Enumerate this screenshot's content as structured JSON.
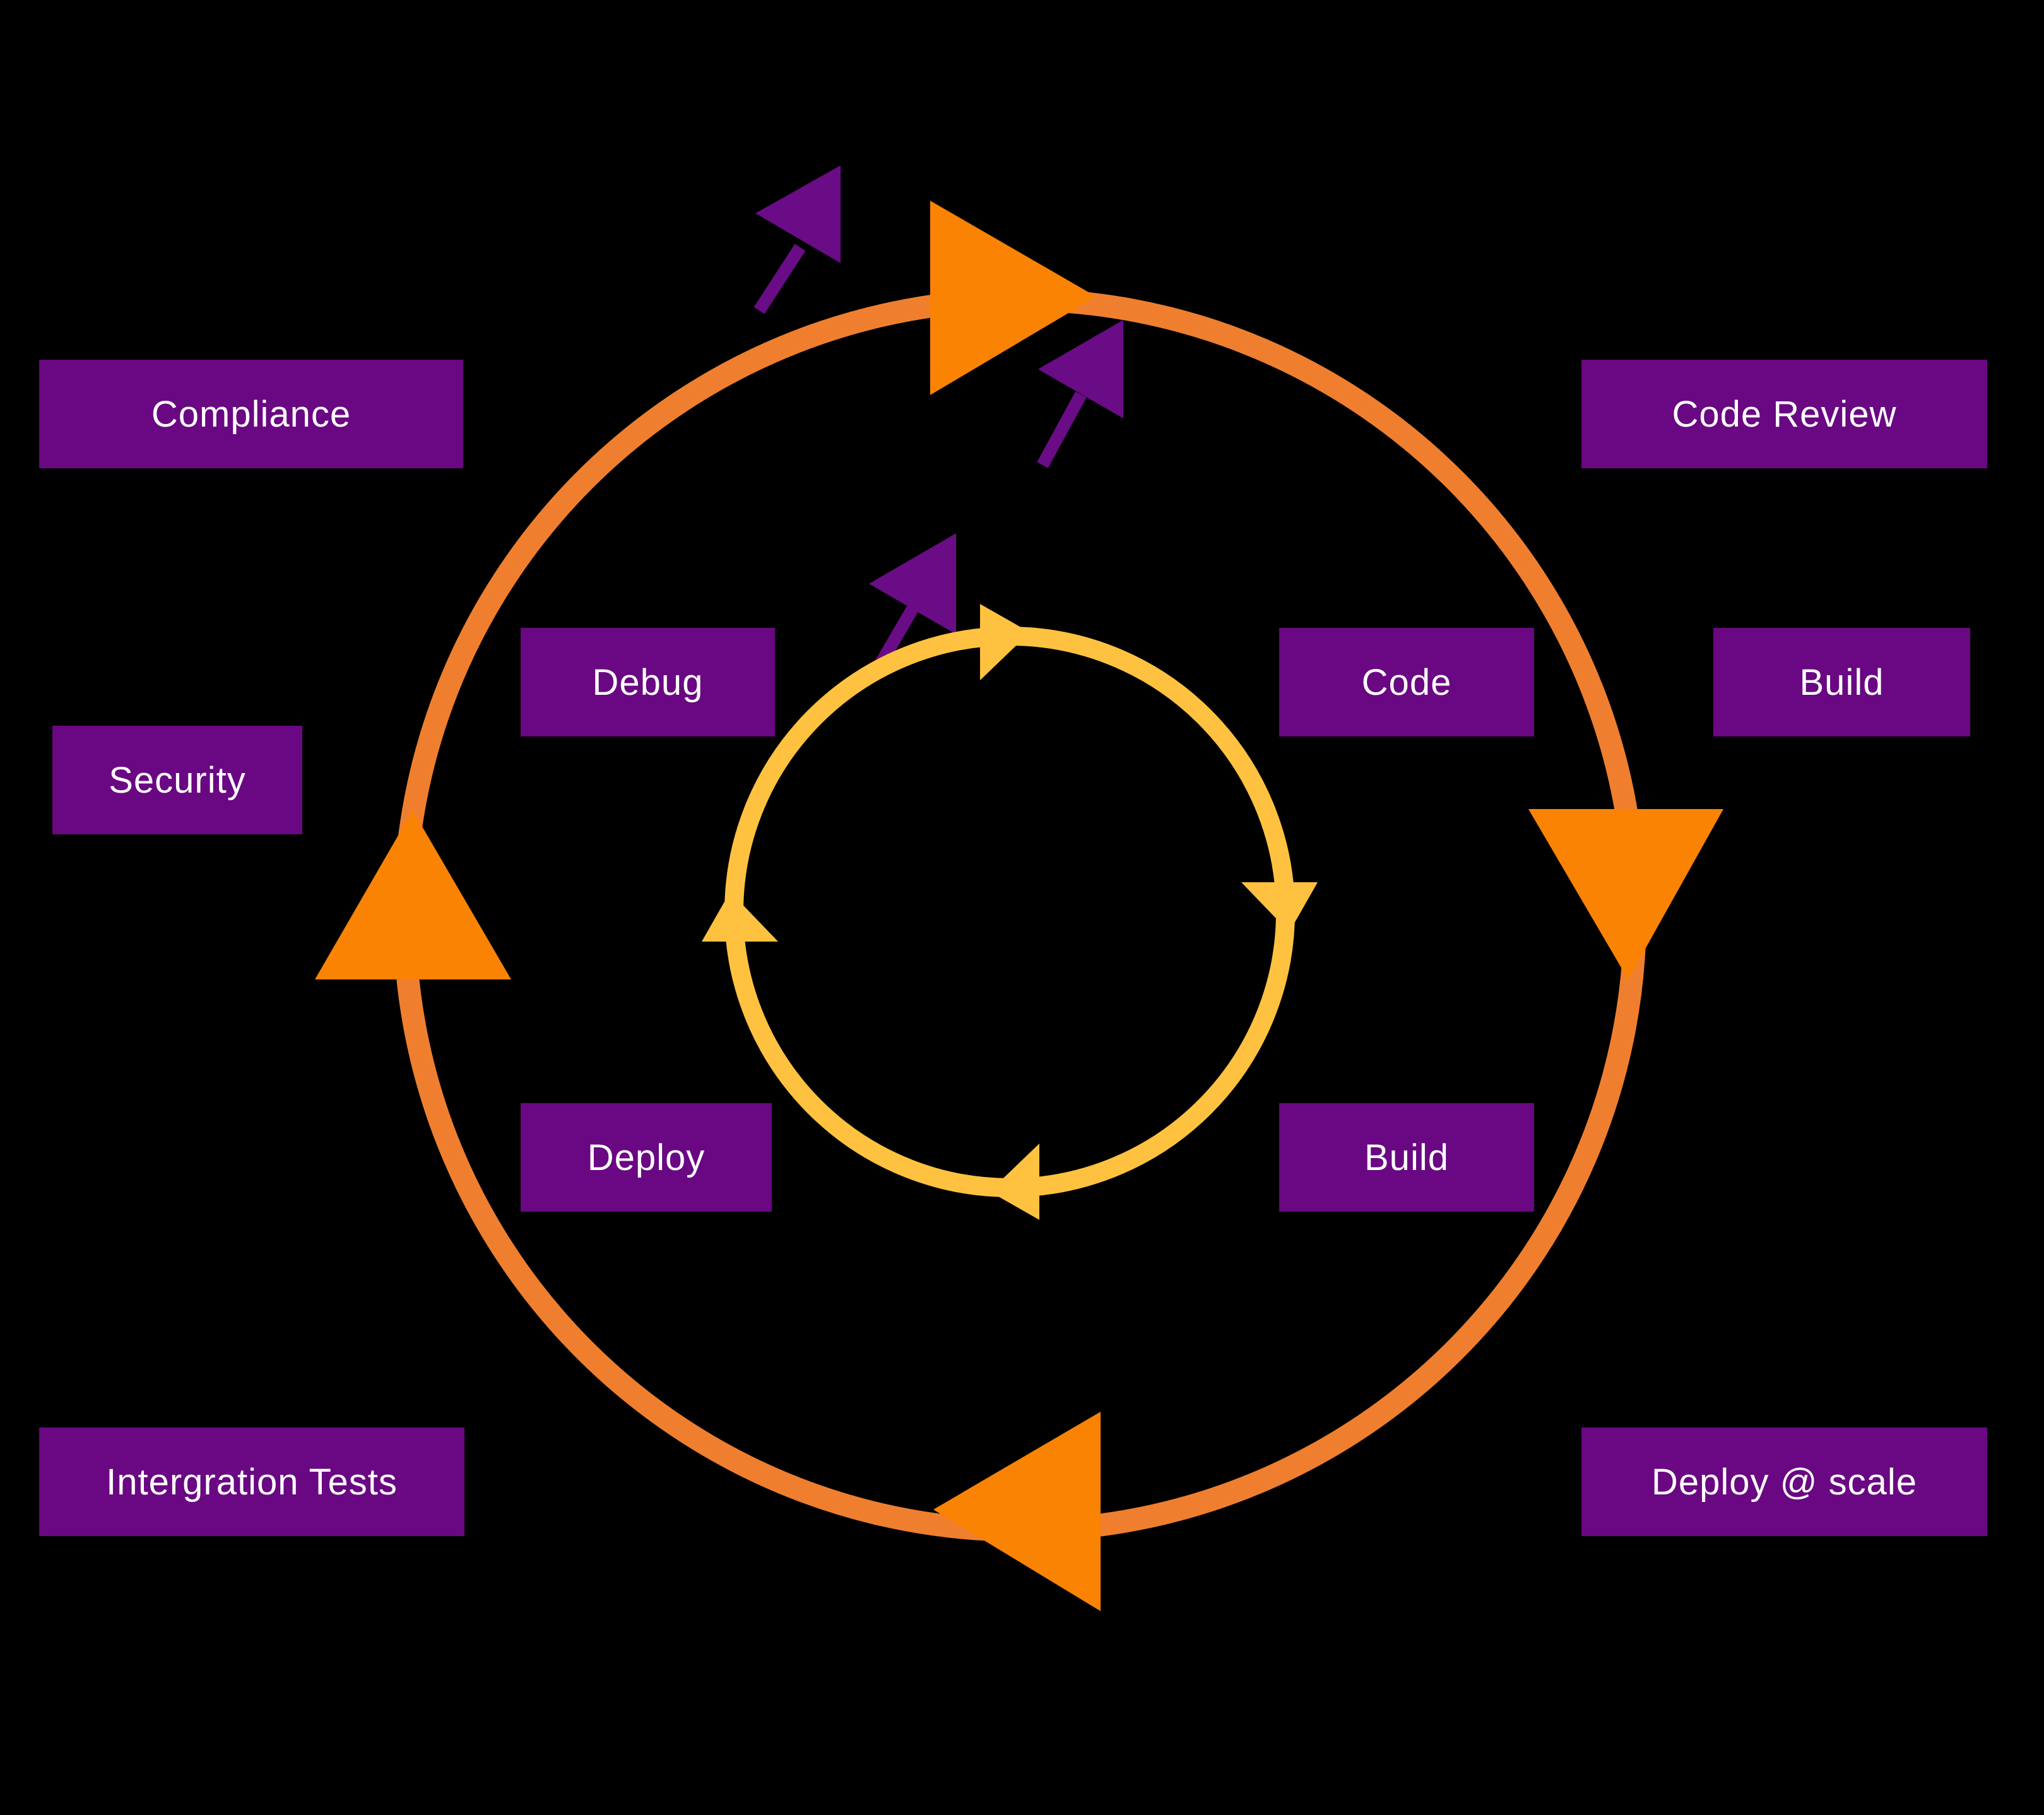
{
  "colors": {
    "background": "#000000",
    "outer_ring": "#EF7F2E",
    "outer_arrow": "#FB8304",
    "inner_ring": "#FFC240",
    "inner_arrow": "#FFC240",
    "pin": "#690C85",
    "label_bg": "#6A0783",
    "label_text": "#FFFFFF"
  },
  "outer_cycle": {
    "direction": "clockwise",
    "labels": [
      "Compliance",
      "Code Review",
      "Build",
      "Deploy @ scale",
      "Intergration Tests",
      "Security"
    ]
  },
  "inner_cycle": {
    "direction": "clockwise",
    "labels": [
      "Debug",
      "Code",
      "Build",
      "Deploy"
    ]
  },
  "icons": {
    "outer_arrowheads": "triangle-arrow-icon",
    "inner_arrowheads": "triangle-arrow-icon",
    "pins": "dart-pin-arrow-icon"
  }
}
